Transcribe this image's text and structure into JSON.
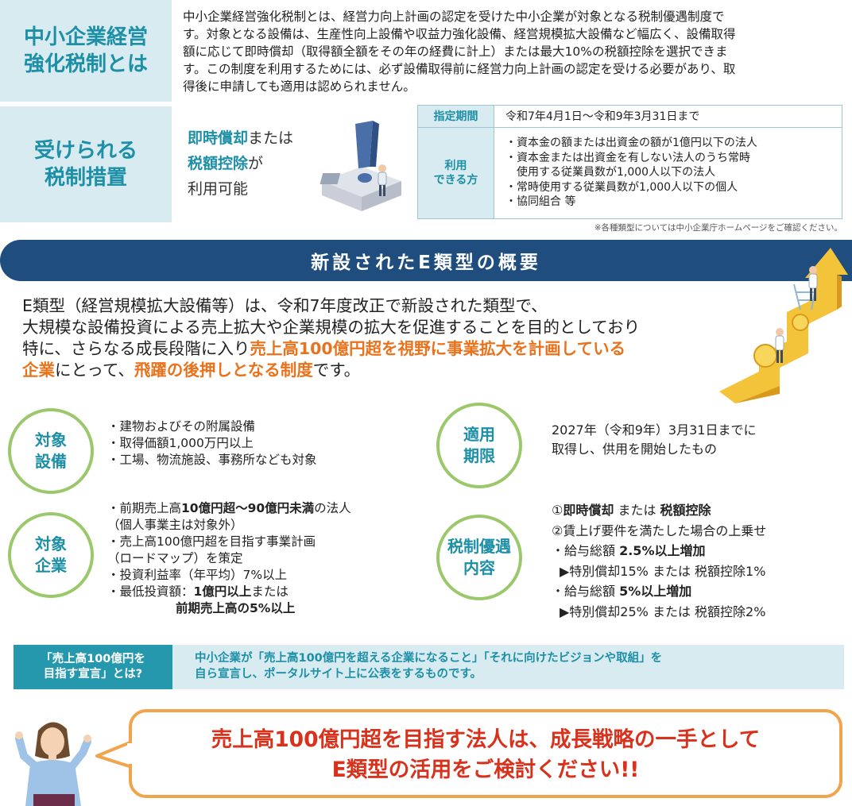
{
  "top": {
    "label1_line1": "中小企業経営",
    "label1_line2": "強化税制とは",
    "intro_lines": [
      "中小企業経営強化税制とは、経営力向上計画の認定を受けた中小企業が対象となる税制優遇制度で",
      "す。対象となる設備は、生産性向上設備や収益力強化設備、経営規模拡大設備など幅広く、設備取得",
      "額に応じて即時償却（取得額全額をその年の経費に計上）または最大10%の税額控除を選択できま",
      "す。この制度を利用するためには、必ず設備取得前に経営力向上計画の認定を受ける必要があり、取",
      "得後に申請しても適用は認められません。"
    ],
    "label2_line1": "受けられる",
    "label2_line2": "税制措置",
    "benefit_hl1": "即時償却",
    "benefit_t1": "または",
    "benefit_hl2": "税額控除",
    "benefit_t2": "が",
    "benefit_t3": "利用可能",
    "table": {
      "period_label": "指定期間",
      "period_value": "令和7年4月1日～令和9年3月31日まで",
      "users_label_line1": "利用",
      "users_label_line2": "できる方",
      "users_lines": [
        "・資本金の額または出資金の額が1億円以下の法人",
        "・資本金または出資金を有しない法人のうち常時",
        "　使用する従業員数が1,000人以下の法人",
        "・常時使用する従業員数が1,000人以下の個人",
        "・協同組合 等"
      ]
    },
    "note": "※各種類型については中小企業庁ホームページをご確認ください。"
  },
  "banner": "新設されたE類型の概要",
  "eintro": {
    "line1": "E類型（経営規模拡大設備等）は、令和7年度改正で新設された類型で、",
    "line2": "大規模な設備投資による売上拡大や企業規模の拡大を促進することを目的としており",
    "line3_a": "特に、さらなる成長段階に入り",
    "line3_b": "売上高100億円超を視野に事業拡大を計画している",
    "line4_a": "企業",
    "line4_b": "にとって、",
    "line4_c": "飛躍の後押しとなる制度",
    "line4_d": "です。"
  },
  "circles": {
    "c1_l1": "対象",
    "c1_l2": "設備",
    "c2_l1": "適用",
    "c2_l2": "期限",
    "c3_l1": "対象",
    "c3_l2": "企業",
    "c4_l1": "税制優遇",
    "c4_l2": "内容"
  },
  "equipment_lines": [
    "・建物およびその附属設備",
    "・取得価額1,000万円以上",
    "・工場、物流施設、事務所なども対象"
  ],
  "period_lines": [
    "2027年（令和9年）3月31日までに",
    "取得し、供用を開始したもの"
  ],
  "company": {
    "l1_a": "・前期売上高",
    "l1_b": "10億円超～90億円未満",
    "l1_c": "の法人",
    "l2": "（個人事業主は対象外）",
    "l3": "・売上高100億円超を目指す事業計画",
    "l4": "（ロードマップ）を策定",
    "l5": "・投資利益率（年平均）7%以上",
    "l6_a": "・最低投資額：",
    "l6_b": "1億円以上",
    "l6_c": "または",
    "l7": "前期売上高の5%以上"
  },
  "benefits": {
    "l1_a": "①",
    "l1_b": "即時償却",
    "l1_c": " または ",
    "l1_d": "税額控除",
    "l2": "②賃上げ要件を満たした場合の上乗せ",
    "l3_a": "・給与総額 ",
    "l3_b": "2.5%以上増加",
    "l4": "▶特別償却15% または 税額控除1%",
    "l5_a": "・給与総額 ",
    "l5_b": "5%以上増加",
    "l6": "▶特別償却25% または 税額控除2%"
  },
  "declaration": {
    "label_line1": "「売上高100億円を",
    "label_line2": "目指す宣言」とは?",
    "text_line1": "中小企業が「売上高100億円を超える企業になること」「それに向けたビジョンや取組」を",
    "text_line2": "自ら宣言し、ポータルサイト上に公表をするものです。"
  },
  "callout": {
    "line1": "売上高100億円超を目指す法人は、成長戦略の一手として",
    "line2": "E類型の活用をご検討ください!!"
  },
  "colors": {
    "accent_teal": "#1d8fa6",
    "light_blue": "#d8ebf1",
    "navy": "#1f4d7e",
    "orange": "#e8731c",
    "red": "#d8321d",
    "green": "#9bc86a"
  }
}
